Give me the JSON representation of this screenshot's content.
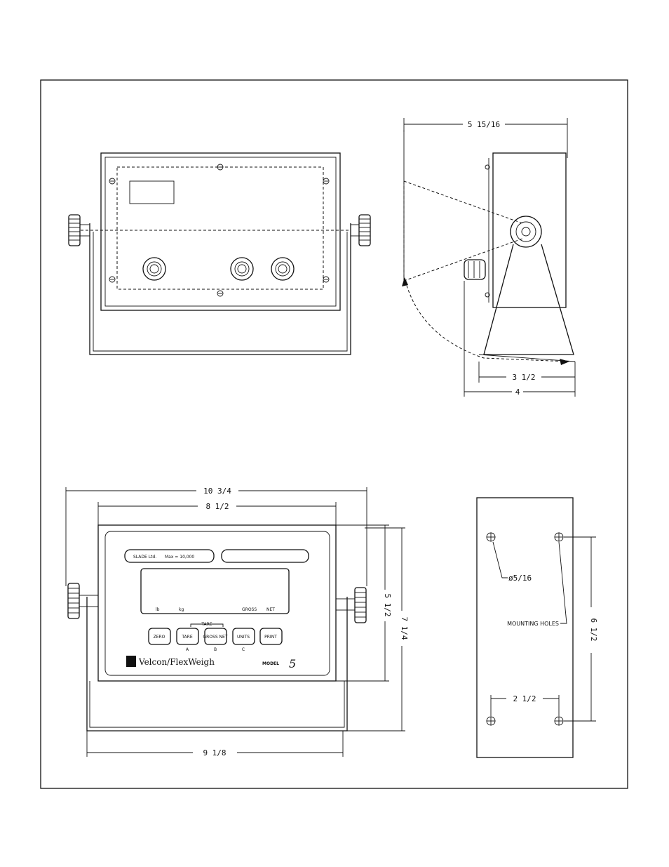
{
  "dimensions": {
    "side_height": "5 15/16",
    "side_base": "3 1/2",
    "side_depth": "4",
    "overall_width": "10 3/4",
    "enclosure_width": "8 1/2",
    "enclosure_height": "5 1/2",
    "overall_height": "7 1/4",
    "base_width": "9 1/8",
    "hole_diameter": "ø5/16",
    "hole_spacing_x": "2 1/2",
    "hole_spacing_y": "6 1/2"
  },
  "labels": {
    "mounting_holes": "MOUNTING HOLES"
  },
  "front_panel": {
    "label_left": "SLADE Ltd.",
    "label_capacity": "Max = 10,000",
    "brand": "Velcon/FlexWeigh",
    "model_label": "MODEL",
    "model_number": "5",
    "display_marks": [
      "lb",
      "kg",
      "GROSS",
      "NET"
    ],
    "key_group_label": "TARE",
    "keys": [
      {
        "label": "ZERO",
        "sub": ""
      },
      {
        "label": "TARE",
        "sub": "A"
      },
      {
        "label": "GROSS NET",
        "sub": "B"
      },
      {
        "label": "UNITS",
        "sub": "C"
      },
      {
        "label": "PRINT",
        "sub": ""
      }
    ]
  }
}
